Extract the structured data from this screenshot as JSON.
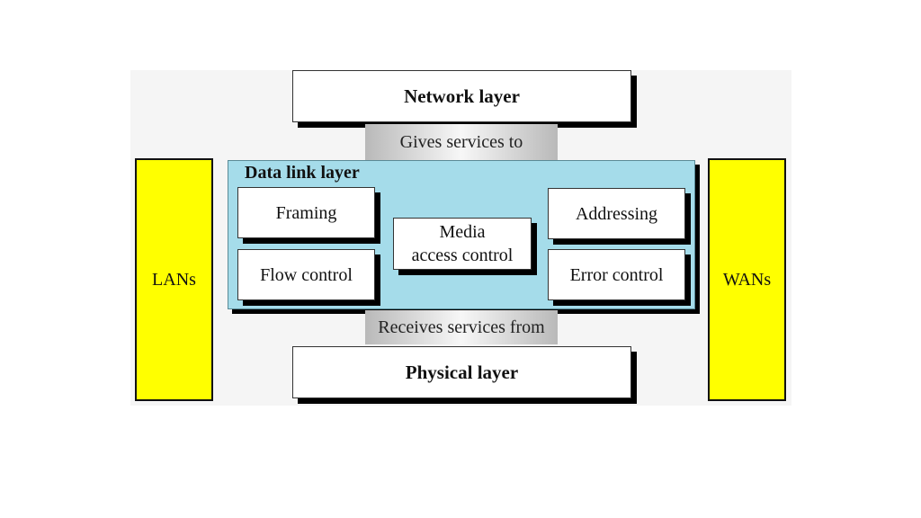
{
  "diagram": {
    "network_layer": "Network layer",
    "gives_services": "Gives services to",
    "data_link_layer": "Data link layer",
    "framing": "Framing",
    "flow_control": "Flow control",
    "media_line1": "Media",
    "media_line2": "access control",
    "addressing": "Addressing",
    "error_control": "Error control",
    "receives_services": "Receives services from",
    "physical_layer": "Physical layer",
    "lans": "LANs",
    "wans": "WANs"
  },
  "colors": {
    "data_link_fill": "#a5dcea",
    "side_box_fill": "#ffff00"
  }
}
